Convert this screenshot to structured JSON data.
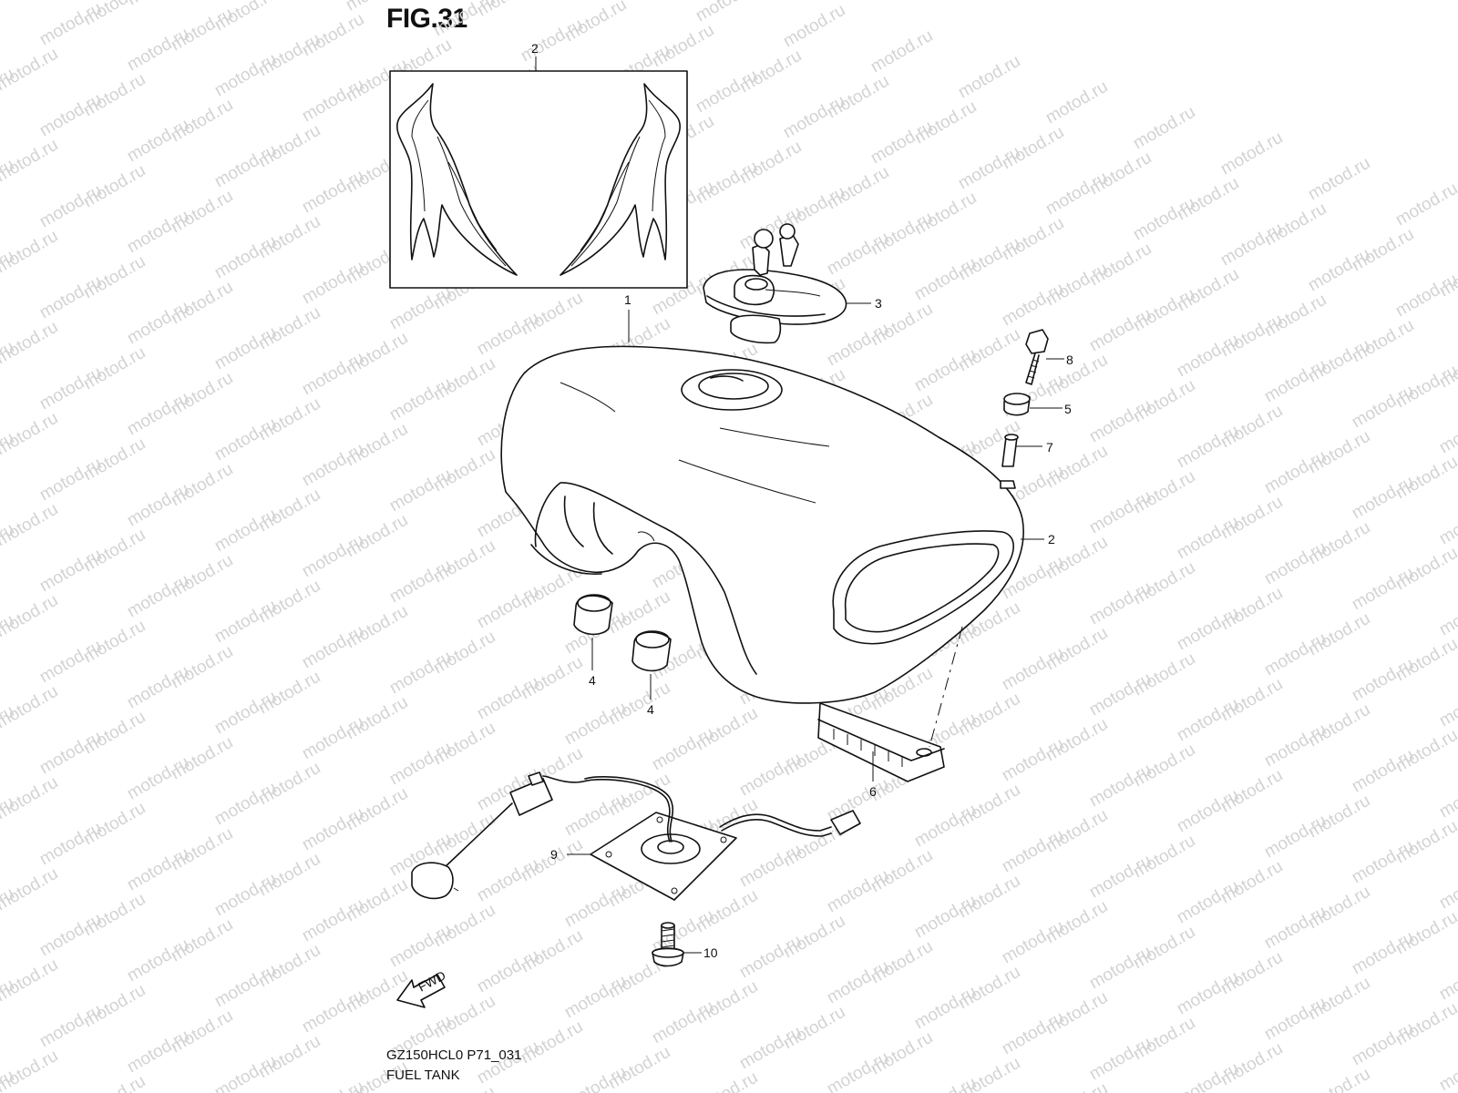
{
  "figure": {
    "title": "FIG.31",
    "model_code": "GZ150HCL0 P71_031",
    "name": "FUEL TANK",
    "watermark": "motod.ru"
  },
  "arrow": {
    "label": "FWD"
  },
  "callouts": [
    {
      "id": "decal-set",
      "number": "2"
    },
    {
      "id": "fuel-tank",
      "number": "1"
    },
    {
      "id": "fuel-cap",
      "number": "3"
    },
    {
      "id": "bolt",
      "number": "8"
    },
    {
      "id": "cushion",
      "number": "5"
    },
    {
      "id": "spacer",
      "number": "7"
    },
    {
      "id": "emblem",
      "number": "2"
    },
    {
      "id": "cushion-left",
      "number": "4"
    },
    {
      "id": "cushion-right",
      "number": "4"
    },
    {
      "id": "rear-cushion",
      "number": "6"
    },
    {
      "id": "fuel-sender",
      "number": "9"
    },
    {
      "id": "sender-bolt",
      "number": "10"
    }
  ]
}
